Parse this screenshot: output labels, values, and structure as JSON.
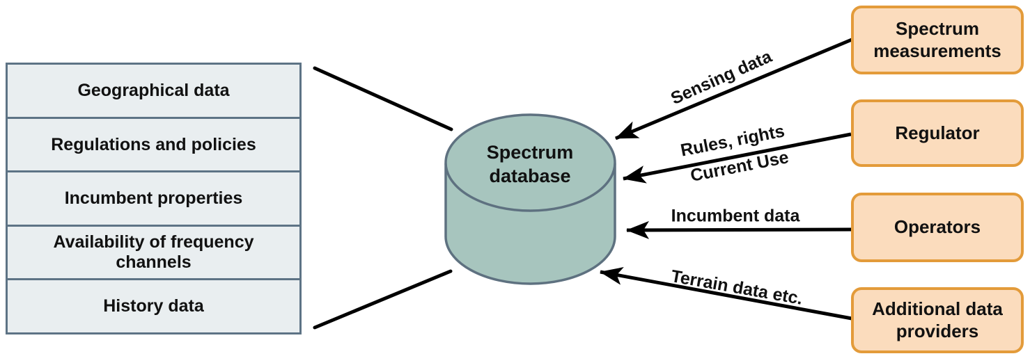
{
  "database": {
    "label": "Spectrum database"
  },
  "attributes_table": {
    "rows": [
      "Geographical data",
      "Regulations and policies",
      "Incumbent properties",
      "Availability of frequency channels",
      "History data"
    ]
  },
  "providers": [
    {
      "label": "Spectrum measurements"
    },
    {
      "label": "Regulator"
    },
    {
      "label": "Operators"
    },
    {
      "label": "Additional data providers"
    }
  ],
  "flow_labels": {
    "sensing": "Sensing data",
    "rules": "Rules, rights",
    "current_use": "Current Use",
    "incumbent": "Incumbent data",
    "terrain": "Terrain data etc."
  },
  "colors": {
    "box_fill": "#fbdcbd",
    "box_border": "#e39b3a",
    "table_fill": "#e9eef0",
    "table_border": "#5d7385",
    "cylinder_fill": "#a7c5be",
    "cylinder_stroke": "#5e7180",
    "line_color": "#000000",
    "text_color": "#111111",
    "bg": "#ffffff"
  }
}
